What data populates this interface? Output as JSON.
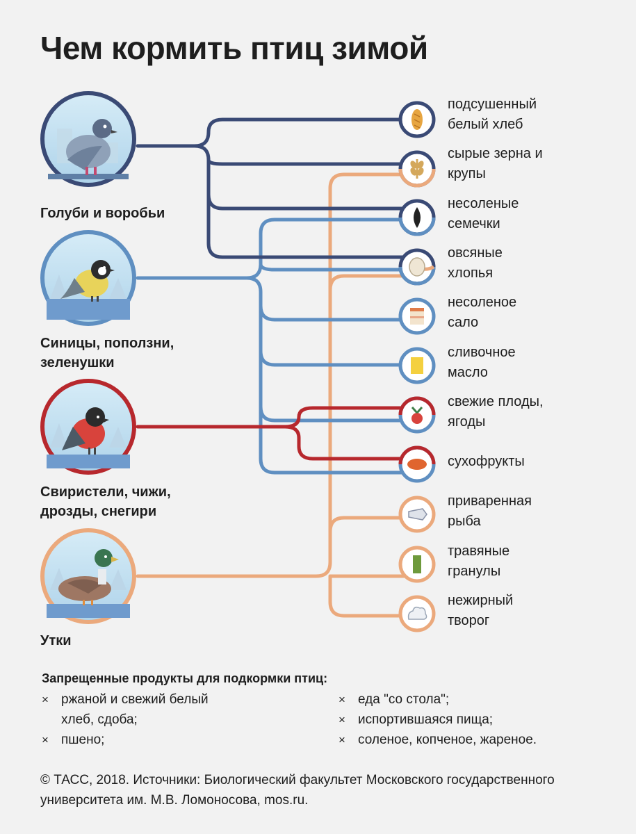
{
  "title": "Чем кормить птиц зимой",
  "birds": [
    {
      "label": "Голуби и воробьи",
      "icon": "pigeon-icon",
      "color": "#3a4a75"
    },
    {
      "label": "Синицы, поползни, зеленушки",
      "icon": "tit-icon",
      "color": "#5f8fc1"
    },
    {
      "label": "Свиристели, чижи, дрозды, снегири",
      "icon": "bullfinch-icon",
      "color": "#b7282d"
    },
    {
      "label": "Утки",
      "icon": "duck-icon",
      "color": "#eba97c"
    }
  ],
  "foods": [
    {
      "label": "подсушенный белый хлеб",
      "icon": "bread-icon"
    },
    {
      "label": "сырые зерна и крупы",
      "icon": "grain-icon"
    },
    {
      "label": "несоленые семечки",
      "icon": "sunflower-seed-icon"
    },
    {
      "label": "овсяные хлопья",
      "icon": "oat-flakes-icon"
    },
    {
      "label": "несоленое сало",
      "icon": "lard-icon"
    },
    {
      "label": "сливочное масло",
      "icon": "butter-icon"
    },
    {
      "label": "свежие плоды, ягоды",
      "icon": "berries-icon"
    },
    {
      "label": "сухофрукты",
      "icon": "dried-fruit-icon"
    },
    {
      "label": "приваренная рыба",
      "icon": "fish-icon"
    },
    {
      "label": "травяные гранулы",
      "icon": "herbal-pellets-icon"
    },
    {
      "label": "нежирный творог",
      "icon": "cottage-cheese-icon"
    }
  ],
  "forbidden": {
    "title": "Запрещенные продукты для подкормки птиц:",
    "marker": "×",
    "items": [
      "ржаной и свежий белый хлеб, сдоба;",
      "пшено;",
      "еда \"со стола\";",
      "испортившаяся пища;",
      "соленое, копченое, жареное."
    ]
  },
  "footer": "© ТАСС, 2018. Источники: Биологический факультет Московского государственного университета им. М.В. Ломоносова, mos.ru."
}
